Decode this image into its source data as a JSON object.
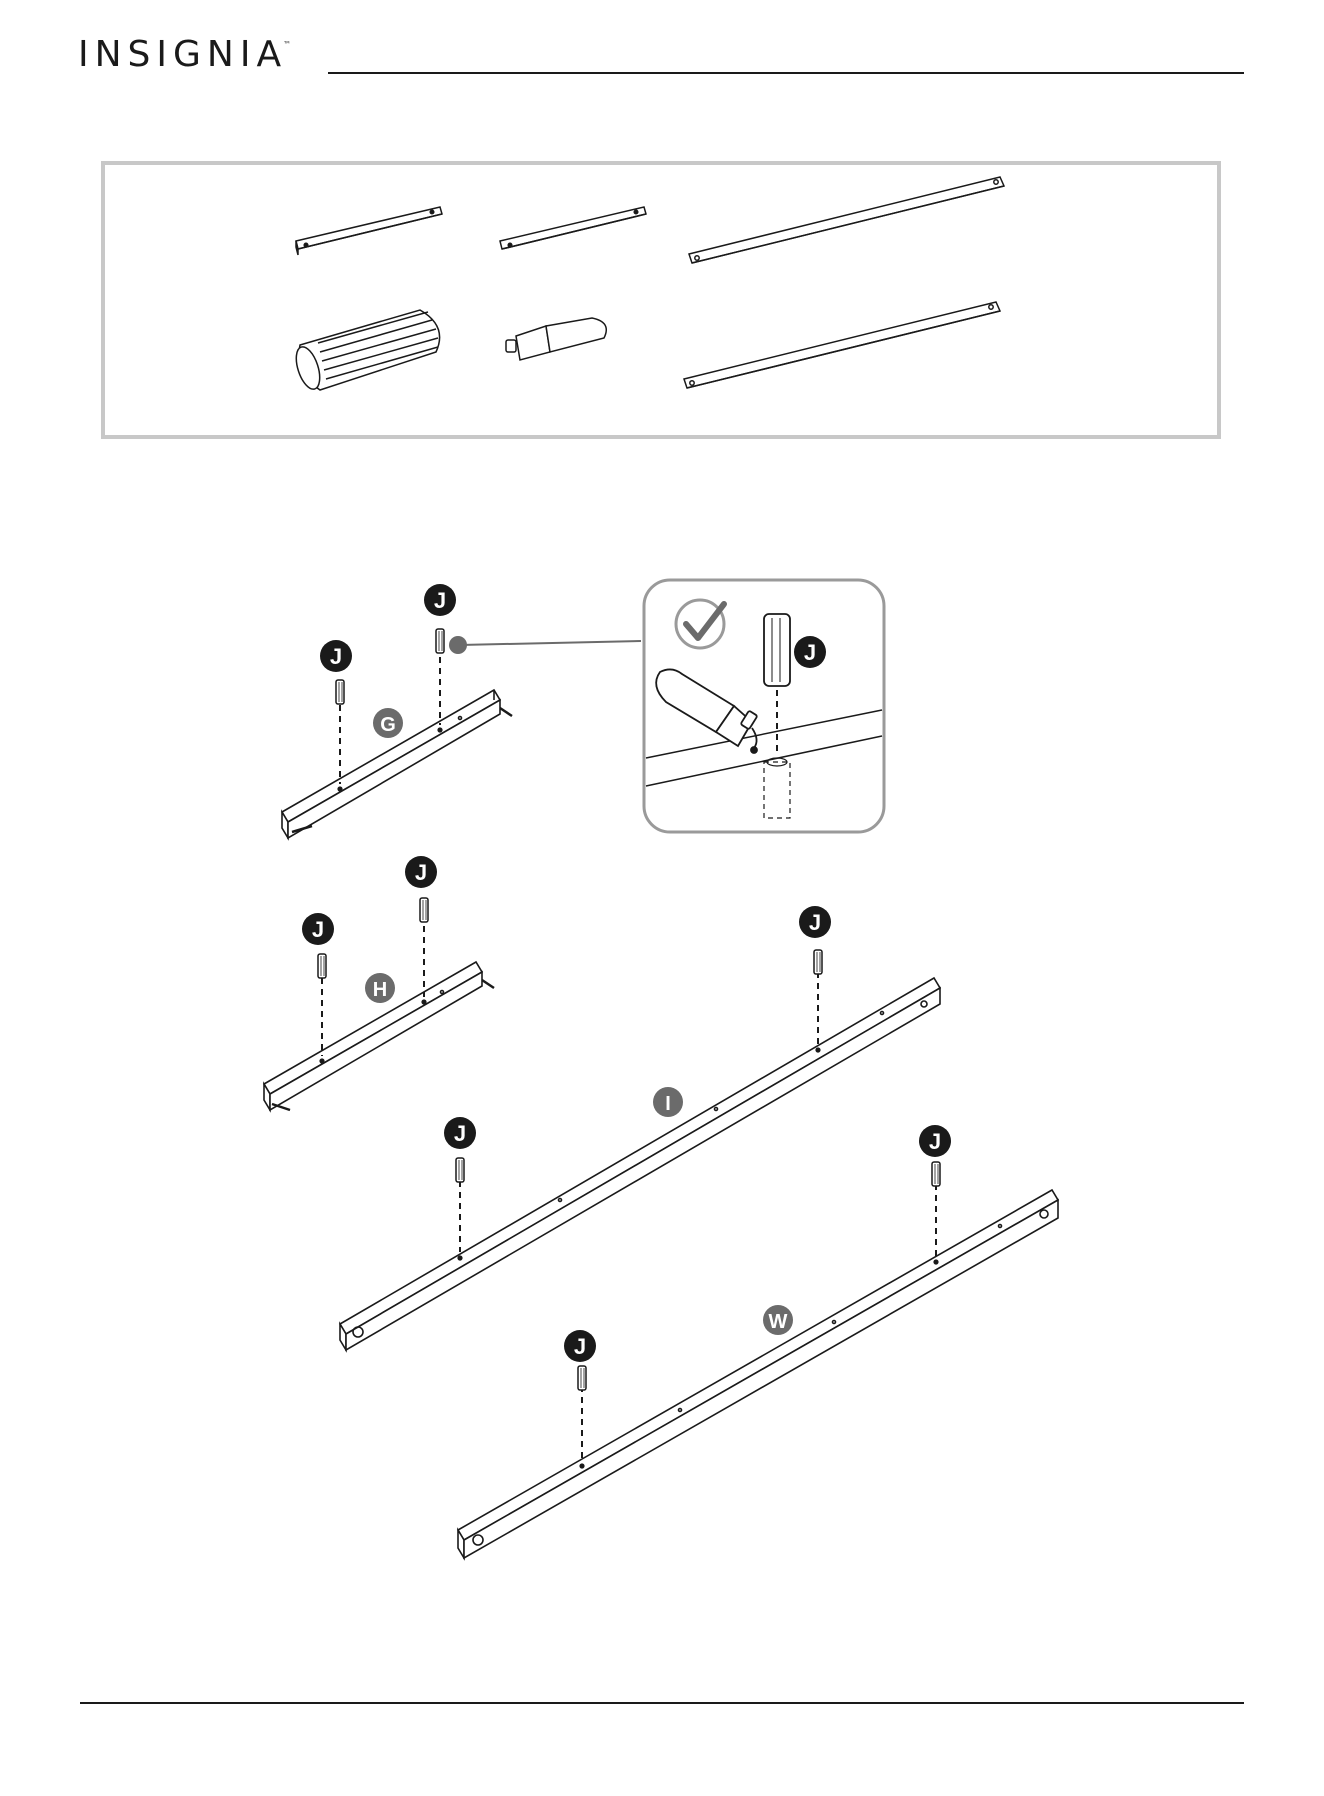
{
  "header": {
    "brand": "INSIGNIA",
    "trademark": "™"
  },
  "labels": {
    "J": "J",
    "G": "G",
    "H": "H",
    "I": "I",
    "W": "W"
  },
  "icons": {
    "check": "check-circle-icon",
    "glue": "glue-bottle-icon",
    "dowel": "dowel-icon"
  },
  "colors": {
    "ink": "#1a1a1a",
    "box_border": "#c8c8c8",
    "badge_dark": "#1a1a1a",
    "badge_grey": "#6b6b6b",
    "inset_border": "#9a9a9a"
  }
}
